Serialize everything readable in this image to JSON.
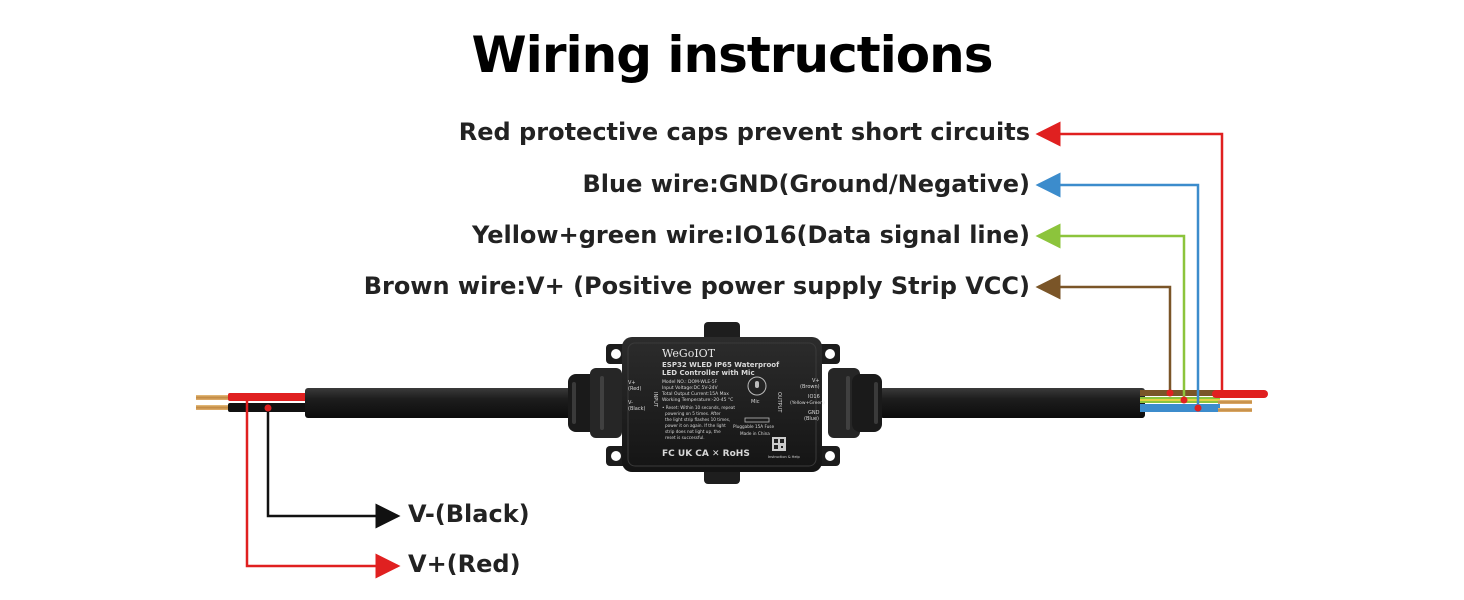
{
  "title": "Wiring instructions",
  "labels": {
    "caps": "Red protective caps prevent short circuits",
    "blue": "Blue wire:GND(Ground/Negative)",
    "yellow_green": "Yellow+green wire:IO16(Data signal line)",
    "brown": "Brown wire:V+ (Positive power supply Strip VCC)",
    "black": "V-(Black)",
    "red": "V+(Red)"
  },
  "device": {
    "brand": "WeGoIOT",
    "name_line1": "ESP32 WLED IP65 Waterproof",
    "name_line2": "LED Controller with Mic",
    "model": "Model NO.: DOM-WLE-5F",
    "input_voltage": "Input Voltage:DC 5V-24V",
    "output_current": "Total Output Current:15A Max",
    "temperature": "Working Temperature:-20-45 °C",
    "reset_1": "• Reset: Within 10 seconds, repeat",
    "reset_2": "powering on 5 times. After",
    "reset_3": "the light strip flashes 10 times,",
    "reset_4": "power it on again. If the light",
    "reset_5": "strip does not light up, the",
    "reset_6": "reset is successful.",
    "input_label": "INPUT",
    "output_label": "OUTPUT",
    "in_vplus": "V+",
    "in_vplus_color": "(Red)",
    "in_vminus": "V-",
    "in_vminus_color": "(Black)",
    "out_vplus": "V+",
    "out_vplus_color": "(Brown)",
    "out_io": "IO16",
    "out_io_color": "(Yellow+Green)",
    "out_gnd": "GND",
    "out_gnd_color": "(Blue)",
    "mic": "Mic",
    "fuse": "Pluggable 15A Fuse",
    "made_in": "Made in China",
    "cert": "FC UK CA ✕ RoHS",
    "manual": "Instruction & Help"
  },
  "colors": {
    "red": "#e02020",
    "blue": "#3c8ccc",
    "yellow_green": "#8cc43c",
    "brown": "#7a5528",
    "black": "#111111",
    "cable": "#1c1c1c",
    "copper": "#c8a060"
  }
}
